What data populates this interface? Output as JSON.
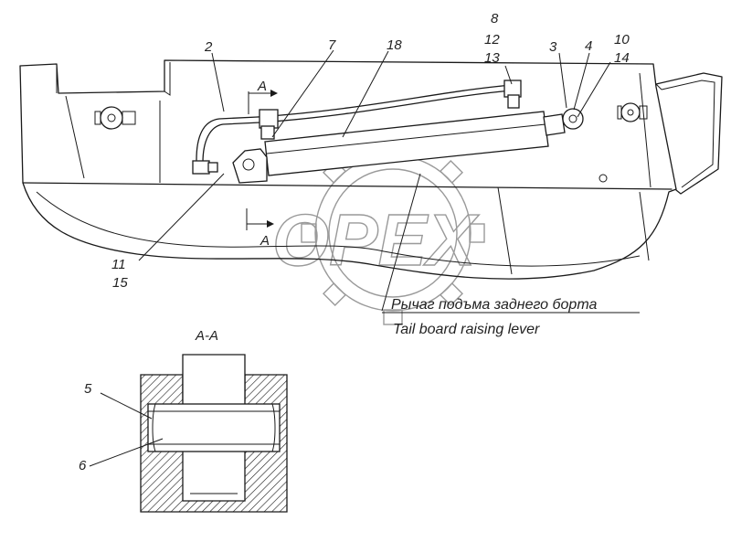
{
  "callouts": {
    "n2": "2",
    "n7": "7",
    "n18": "18",
    "n8": "8",
    "n12": "12",
    "n13": "13",
    "n3": "3",
    "n4": "4",
    "n10": "10",
    "n14": "14",
    "n11": "11",
    "n15": "15",
    "n5": "5",
    "n6": "6"
  },
  "section": {
    "marker_top": "A",
    "marker_bottom": "A",
    "view_title": "A-A"
  },
  "caption": {
    "ru": "Рычаг подъма заднего борта",
    "en": "Tail board raising lever"
  },
  "watermark": {
    "text": "OPEX"
  }
}
